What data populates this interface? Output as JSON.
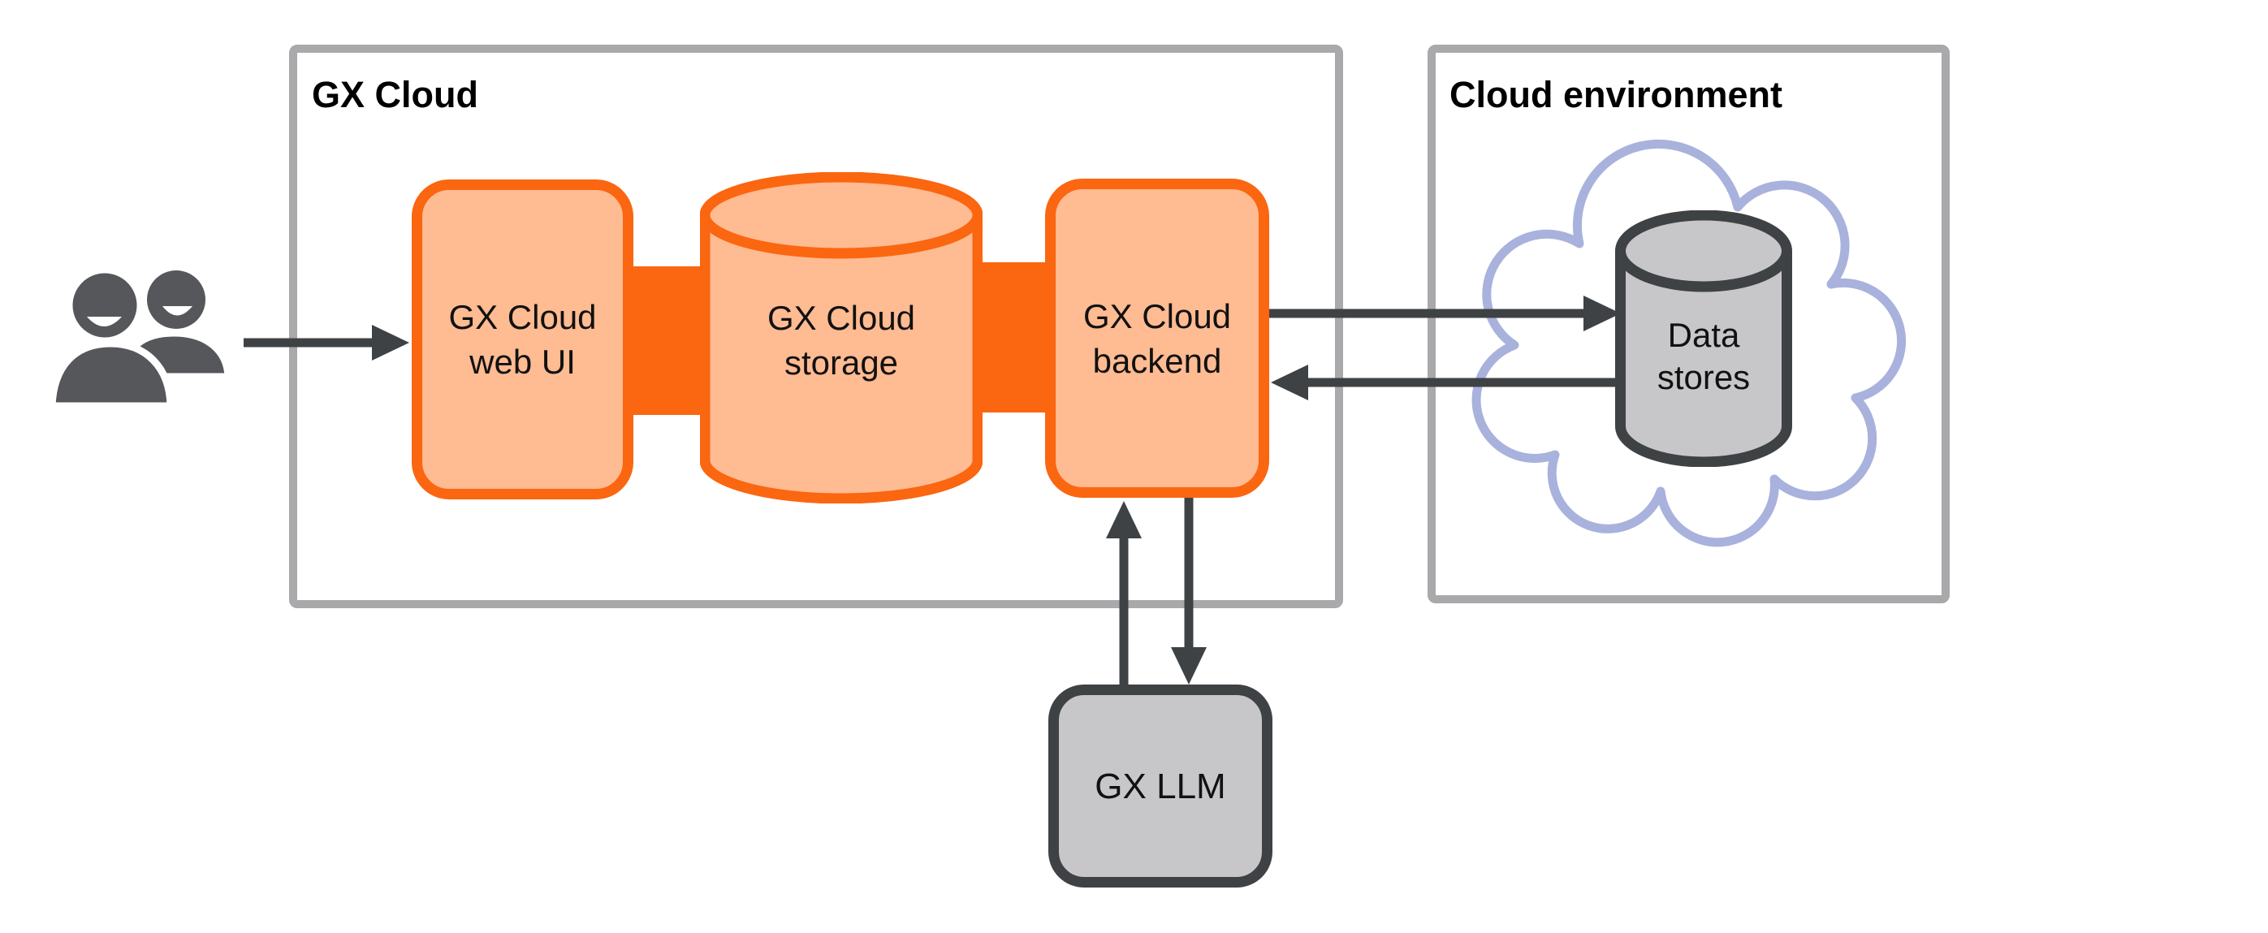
{
  "diagram": {
    "gx_cloud_container": {
      "title": "GX Cloud"
    },
    "cloud_environment_container": {
      "title": "Cloud environment"
    },
    "nodes": {
      "web_ui": {
        "line1": "GX Cloud",
        "line2": "web UI"
      },
      "storage": {
        "line1": "GX Cloud",
        "line2": "storage"
      },
      "backend": {
        "line1": "GX Cloud",
        "line2": "backend"
      },
      "llm": {
        "label": "GX LLM"
      },
      "data_stores": {
        "line1": "Data",
        "line2": "stores"
      }
    },
    "icons": {
      "users": "users-icon",
      "cloud": "cloud-icon",
      "storage_shape": "database-cylinder-icon",
      "data_stores_shape": "database-cylinder-icon"
    },
    "edges": [
      {
        "from": "users",
        "to": "web_ui",
        "style": "arrow-right"
      },
      {
        "from": "web_ui",
        "to": "storage",
        "style": "thick-orange-connector"
      },
      {
        "from": "storage",
        "to": "backend",
        "style": "thick-orange-connector"
      },
      {
        "from": "backend",
        "to": "data_stores",
        "style": "arrow-right"
      },
      {
        "from": "data_stores",
        "to": "backend",
        "style": "arrow-left"
      },
      {
        "from": "llm",
        "to": "backend",
        "style": "arrow-up"
      },
      {
        "from": "backend",
        "to": "llm",
        "style": "arrow-down"
      }
    ],
    "colors": {
      "orange": "#FB6610",
      "orange_fill": "#FFBB92",
      "gray_fill": "#C7C7C9",
      "dark_gray": "#3F4244",
      "container_border": "#A9A9AB",
      "cloud_outline": "#A8B2DC",
      "icon_gray": "#55575A"
    }
  }
}
